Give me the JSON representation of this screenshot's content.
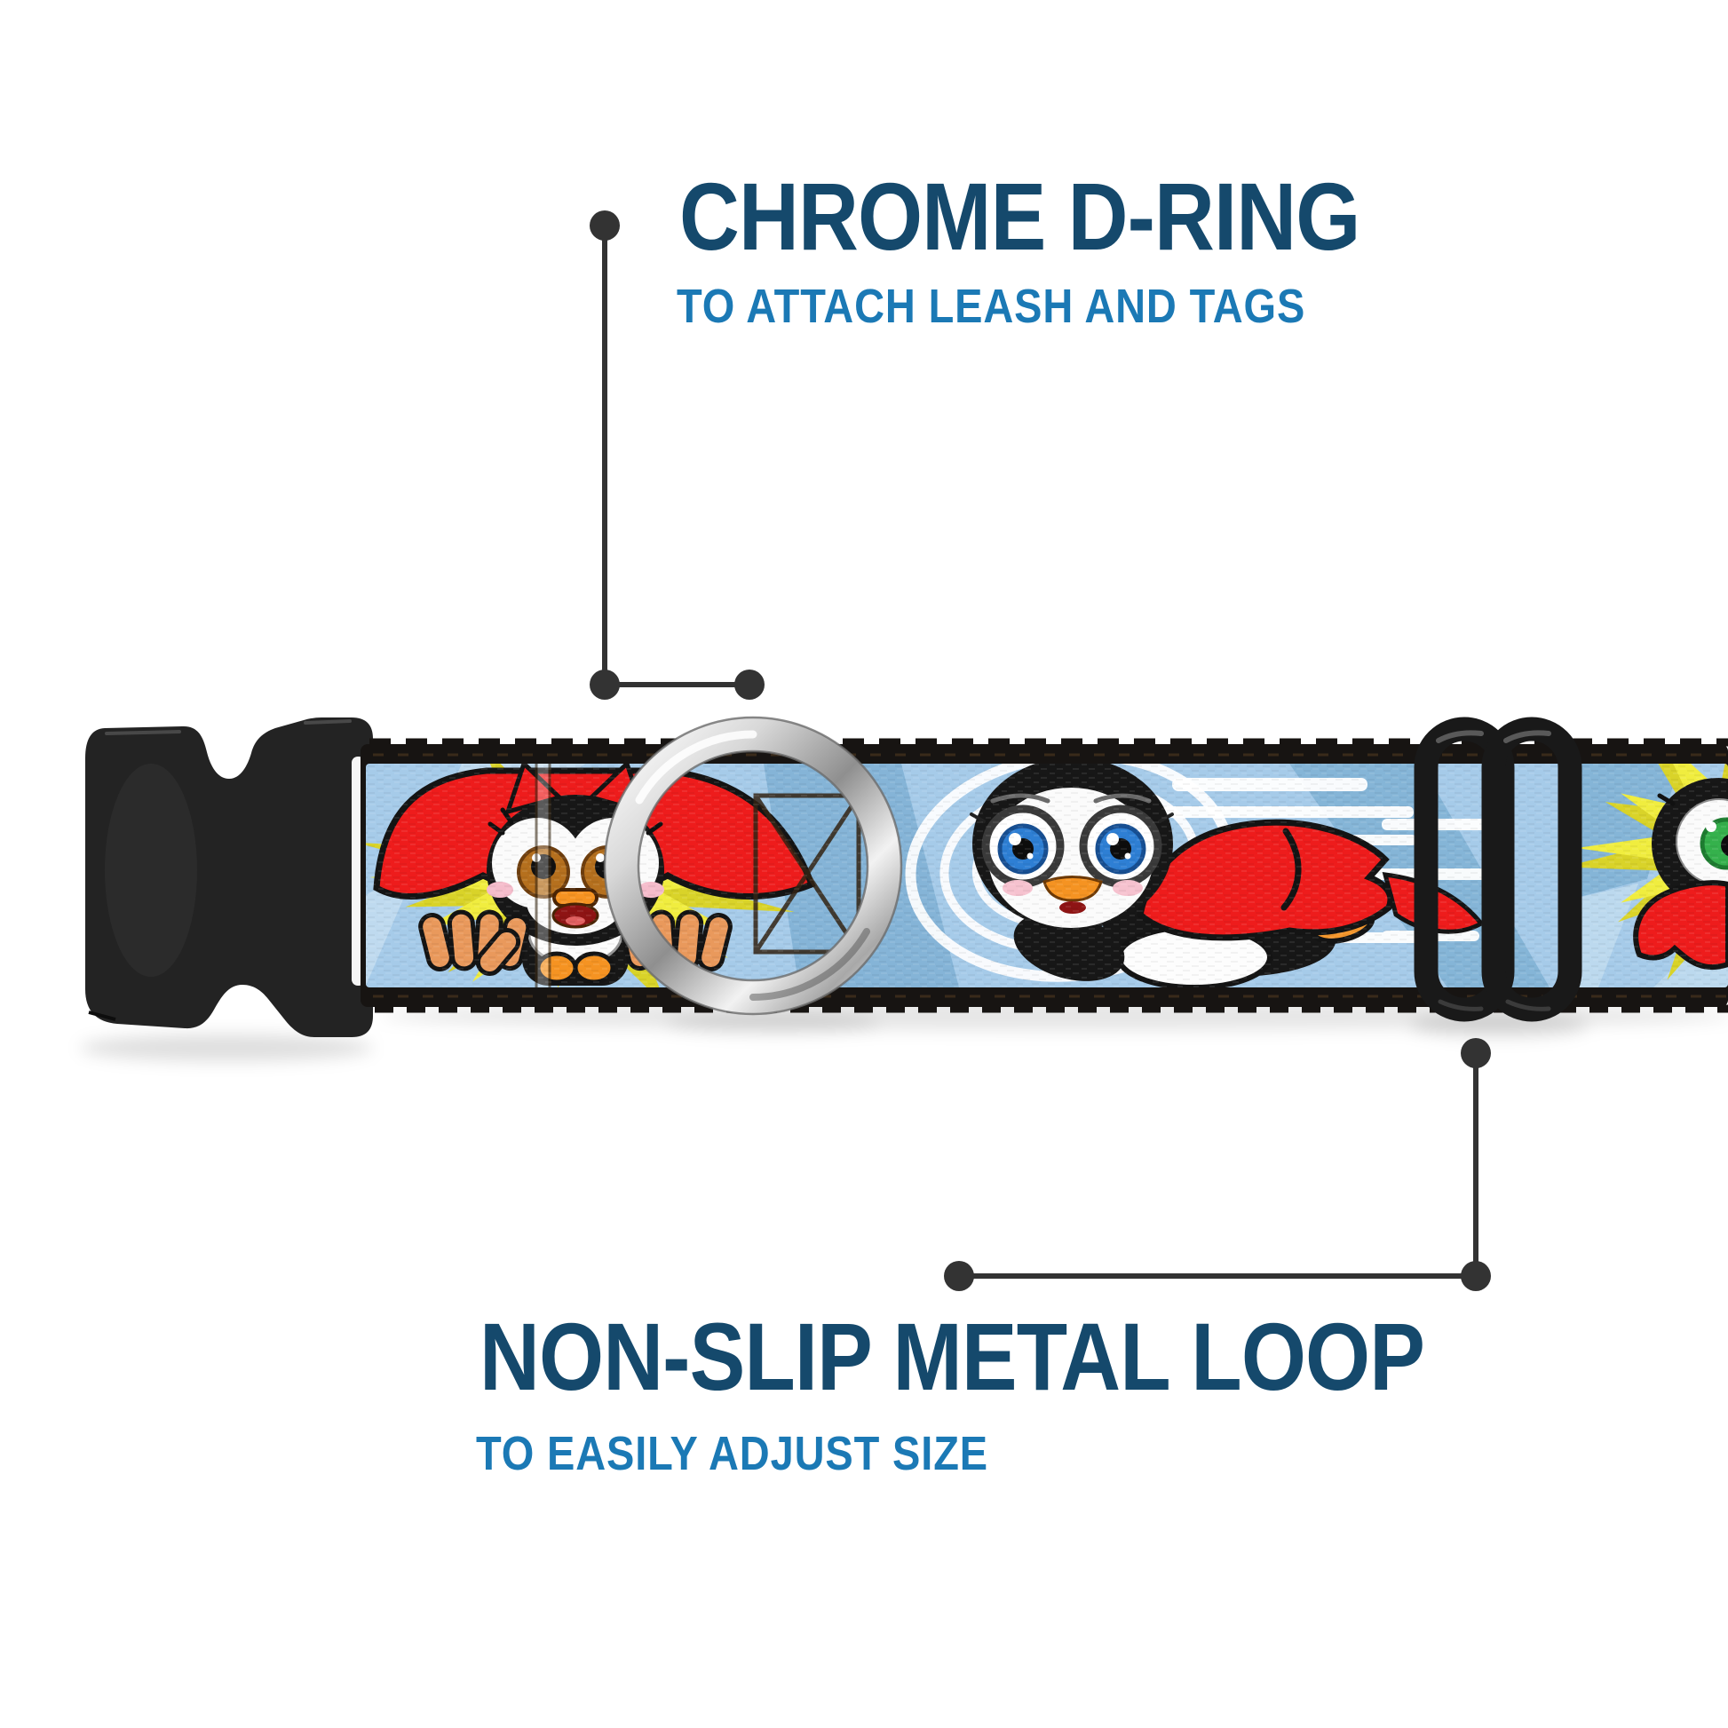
{
  "page": {
    "background": "#ffffff",
    "description": "dog collar product feature infographic"
  },
  "callouts": {
    "top": {
      "title": "CHROME D-RING",
      "subtitle": "TO ATTACH LEASH AND TAGS"
    },
    "bottom": {
      "title": "NON-SLIP METAL LOOP",
      "subtitle": "TO EASILY ADJUST SIZE"
    }
  },
  "colors": {
    "title_navy": "#15496c",
    "subtitle_blue": "#1b79b5",
    "callout_line": "#333333",
    "webbing_sky_blue": "#a6cbe9",
    "webbing_shade_blue": "#7fb0d4",
    "cape_red": "#ee1c1c",
    "starburst_yellow": "#f0ed3f",
    "hardware_plastic_black": "#232323",
    "chrome_silver": "#c9c9c9"
  },
  "collar": {
    "parts": [
      {
        "name": "side-release-buckle",
        "look": "black plastic"
      },
      {
        "name": "printed-webbing",
        "look": "sky blue superhero penguin pattern"
      },
      {
        "name": "chrome-d-ring",
        "look": "polished chrome ring"
      },
      {
        "name": "box-x-stitching",
        "look": "dark thread box with X"
      },
      {
        "name": "metal-slider-loop",
        "look": "black metal double loop"
      }
    ],
    "artwork": "three cartoon penguins with red capes, yellow starbursts, white speed lines"
  }
}
